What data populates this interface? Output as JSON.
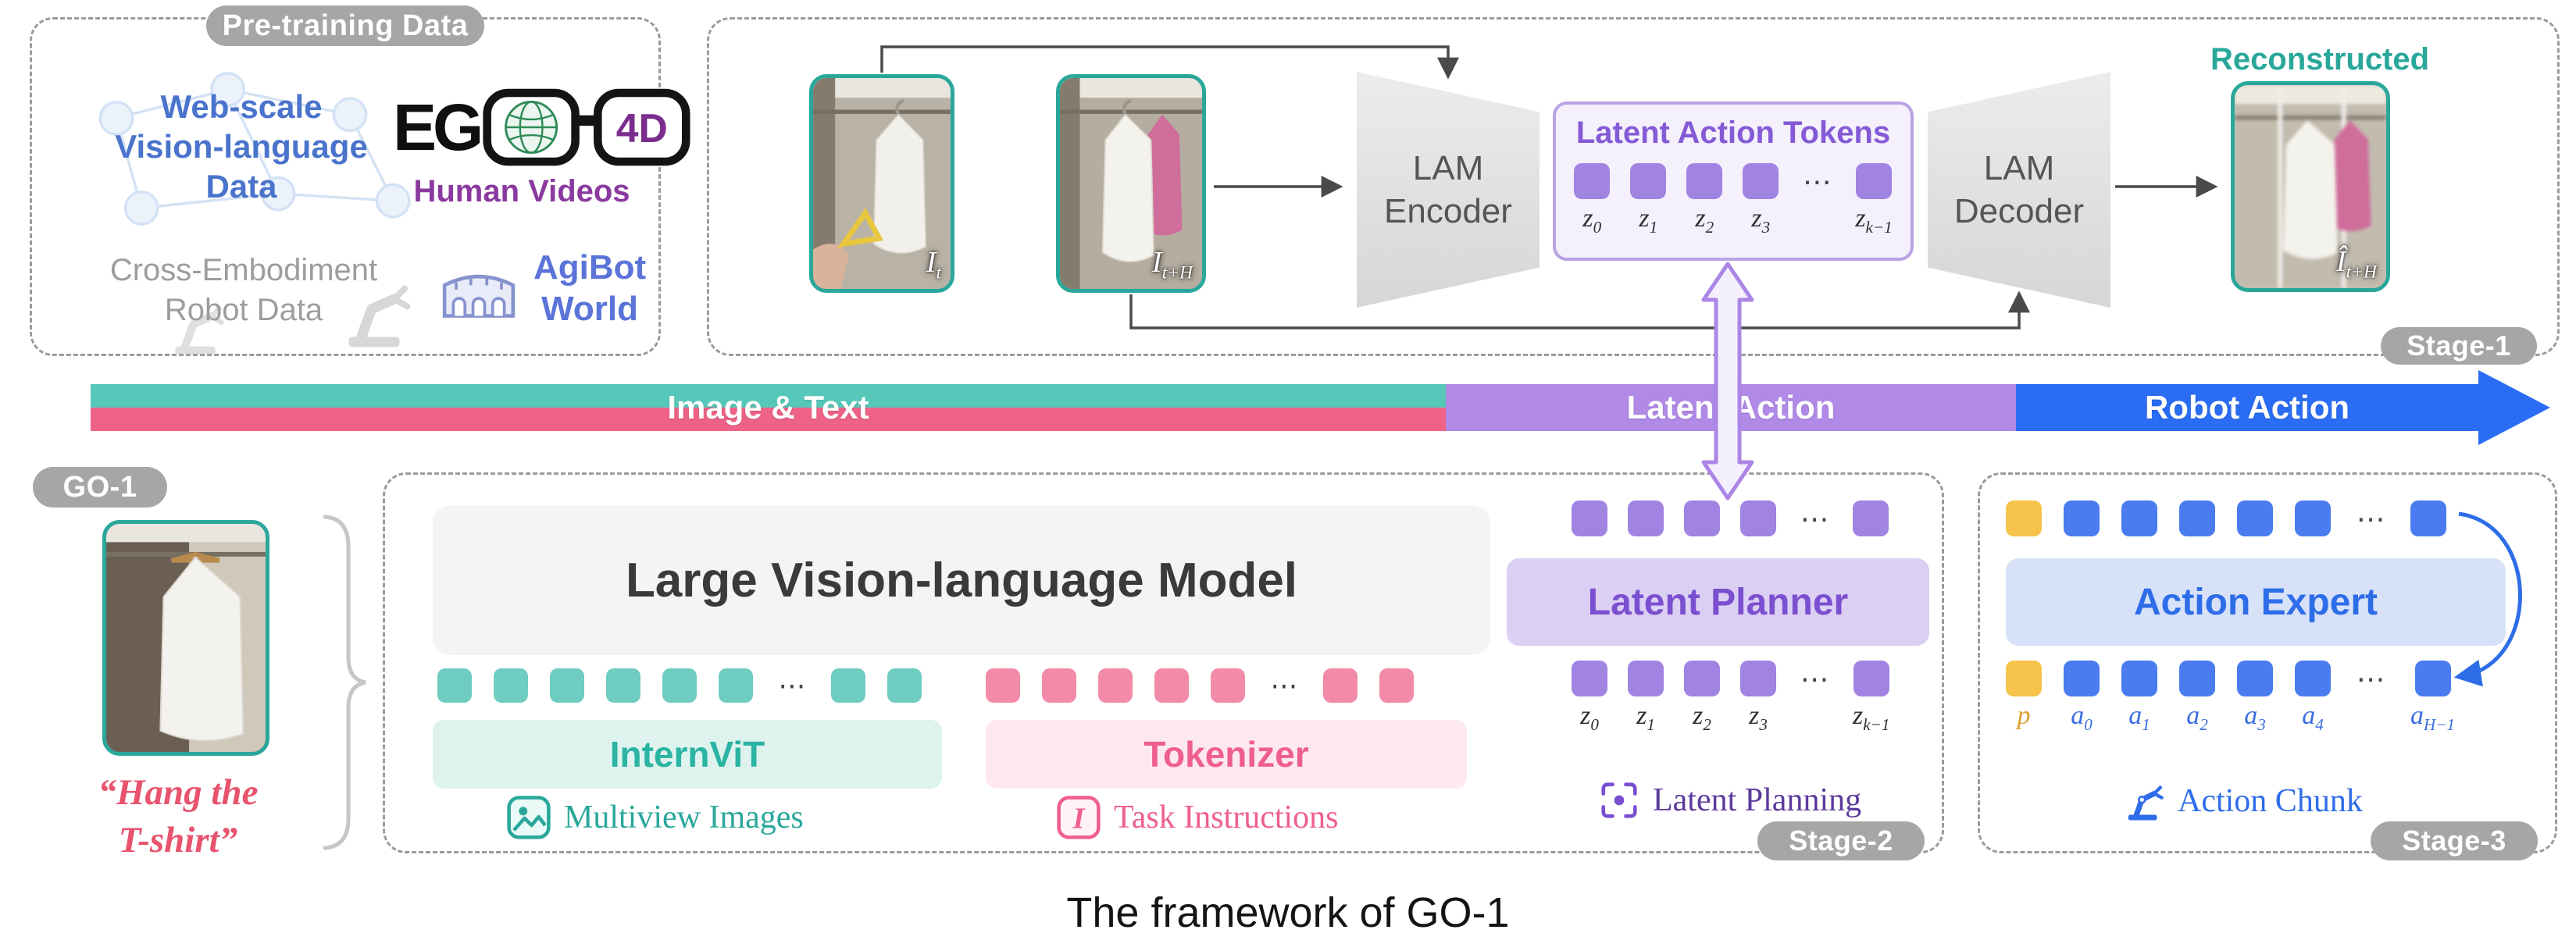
{
  "caption": "The framework of GO-1",
  "pretraining": {
    "pill": "Pre-training Data",
    "web_data": "Web-scale\nVision-language\nData",
    "ego_eg": "EG",
    "ego_4d": "4D",
    "human_videos": "Human Videos",
    "cross_embodiment": "Cross-Embodiment\nRobot Data",
    "agibot": "AgiBot\nWorld"
  },
  "stage1": {
    "pill": "Stage-1",
    "img_t": {
      "base": "I",
      "sub": "t"
    },
    "img_th": {
      "base": "I",
      "sub": "t+H"
    },
    "encoder": "LAM\nEncoder",
    "decoder": "LAM\nDecoder",
    "latent_box": {
      "title": "Latent Action Tokens",
      "tokens": {
        "color": "#a183e2",
        "label_color": "#2f2f2f",
        "cells": [
          {
            "label": {
              "b": "z",
              "s": "0"
            }
          },
          {
            "label": {
              "b": "z",
              "s": "1"
            }
          },
          {
            "label": {
              "b": "z",
              "s": "2"
            }
          },
          {
            "label": {
              "b": "z",
              "s": "3"
            }
          },
          {
            "dots": true
          },
          {
            "label": {
              "b": "z",
              "s": "k−1"
            }
          }
        ]
      }
    },
    "reconstructed": "Reconstructed",
    "recon": {
      "base": "Î",
      "sub": "t+H"
    }
  },
  "flowbar": {
    "image_text": "Image & Text",
    "latent_action": "Latent Action",
    "robot_action": "Robot Action"
  },
  "go1": {
    "pill": "GO-1",
    "instruction": "“Hang the\nT-shirt”"
  },
  "stage2": {
    "pill": "Stage-2",
    "vlm_title": "Large Vision-language Model",
    "internvit": "InternViT",
    "tokenizer": "Tokenizer",
    "multiview": "Multiview Images",
    "task_instructions": "Task Instructions",
    "task_icon_glyph": "I",
    "vit_tokens": {
      "color": "#6fccc1",
      "cells": [
        {},
        {},
        {},
        {},
        {},
        {},
        {
          "dots": true
        },
        {},
        {}
      ]
    },
    "text_tokens": {
      "color": "#f28ba8",
      "cells": [
        {},
        {},
        {},
        {},
        {},
        {
          "dots": true
        },
        {},
        {}
      ]
    },
    "planner_title": "Latent Planner",
    "planner_top_tokens": {
      "color": "#a183e2",
      "cells": [
        {},
        {},
        {},
        {},
        {
          "dots": true
        },
        {}
      ]
    },
    "planner_bottom_tokens": {
      "color": "#a183e2",
      "label_color": "#2f2f2f",
      "cells": [
        {
          "label": {
            "b": "z",
            "s": "0"
          }
        },
        {
          "label": {
            "b": "z",
            "s": "1"
          }
        },
        {
          "label": {
            "b": "z",
            "s": "2"
          }
        },
        {
          "label": {
            "b": "z",
            "s": "3"
          }
        },
        {
          "dots": true
        },
        {
          "label": {
            "b": "z",
            "s": "k−1"
          }
        }
      ]
    },
    "latent_planning": "Latent Planning"
  },
  "stage3": {
    "pill": "Stage-3",
    "expert_title": "Action Expert",
    "top_tokens": {
      "color": "#4a7cf0",
      "cells": [
        {
          "c": "#f6c44a"
        },
        {},
        {},
        {},
        {},
        {},
        {
          "dots": true
        },
        {}
      ]
    },
    "bottom_tokens": {
      "color": "#4a7cf0",
      "label_color": "#3a6ce0",
      "cells": [
        {
          "c": "#f6c44a",
          "label": {
            "b": "p",
            "s": ""
          },
          "lc": "#dba02e"
        },
        {
          "label": {
            "b": "a",
            "s": "0"
          }
        },
        {
          "label": {
            "b": "a",
            "s": "1"
          }
        },
        {
          "label": {
            "b": "a",
            "s": "2"
          }
        },
        {
          "label": {
            "b": "a",
            "s": "3"
          }
        },
        {
          "label": {
            "b": "a",
            "s": "4"
          }
        },
        {
          "dots": true
        },
        {
          "label": {
            "b": "a",
            "s": "H−1"
          }
        }
      ]
    },
    "action_chunk": "Action Chunk"
  }
}
